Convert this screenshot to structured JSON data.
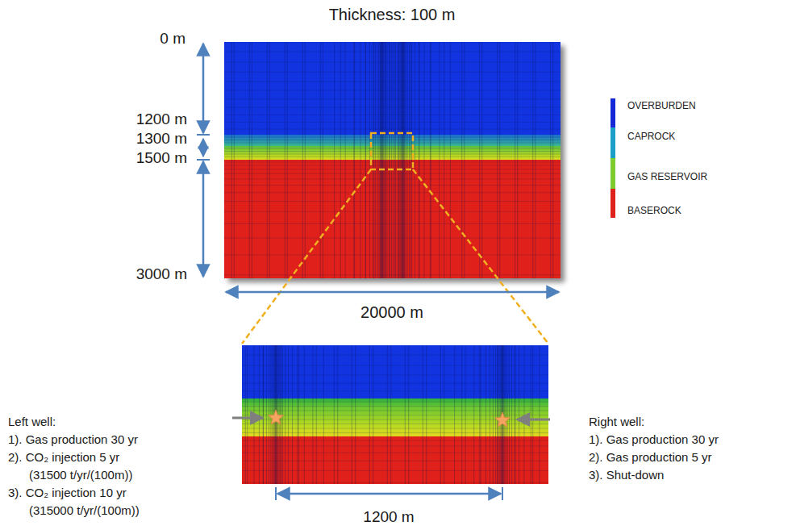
{
  "diagram": {
    "labels": [
      "Thickness: 100 m",
      "0 m",
      "1200 m",
      "1300 m",
      "1500 m",
      "3000 m",
      "20000 m",
      "1200 m",
      "Left well:",
      "1). Gas production 30 yr",
      "2). CO₂ injection 5 yr",
      "(31500 t/yr/(100m))",
      "3). CO₂ injection 10 yr",
      "(315000 t/yr/(100m))",
      "Right well:",
      "1). Gas production 30 yr",
      "2). Gas production 5 yr",
      "3). Shut-down"
    ],
    "legend": [
      {
        "text": "OVERBURDEN",
        "color": "#1428d8"
      },
      {
        "text": "CAPROCK",
        "color": "#1aa0c8"
      },
      {
        "text": "GAS RESERVOIR",
        "color": "#7ccc30"
      },
      {
        "text": "BASEROCK",
        "color": "#e0201a"
      }
    ]
  }
}
